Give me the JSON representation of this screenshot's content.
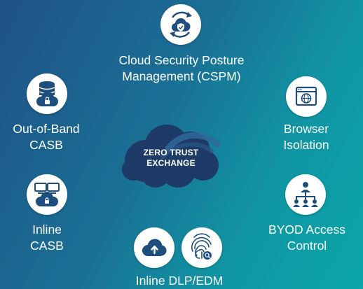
{
  "center": {
    "line1": "ZERO TRUST",
    "line2": "EXCHANGE"
  },
  "nodes": {
    "cspm": {
      "line1": "Cloud Security Posture",
      "line2": "Management (CSPM)",
      "icon": "cloud-sync-shield-icon"
    },
    "oob_casb": {
      "line1": "Out-of-Band",
      "line2": "CASB",
      "icon": "database-cloud-lock-icon"
    },
    "browser_isolation": {
      "line1": "Browser",
      "line2": "Isolation",
      "icon": "browser-globe-icon"
    },
    "inline_casb": {
      "line1": "Inline",
      "line2": "CASB",
      "icon": "devices-cloud-lock-icon"
    },
    "byod": {
      "line1": "BYOD Access",
      "line2": "Control",
      "icon": "org-chart-icon"
    },
    "dlp": {
      "line1": "Inline DLP/EDM",
      "icon_left": "cloud-upload-icon",
      "icon_right": "fingerprint-search-icon"
    }
  },
  "colors": {
    "icon": "#1d4e7d",
    "circle": "#ffffff",
    "cloud": "#1e3a66"
  }
}
